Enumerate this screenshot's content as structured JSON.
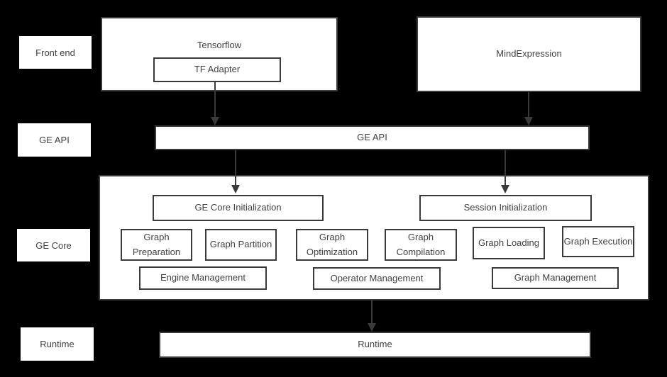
{
  "colors": {
    "background": "#000000",
    "box_fill": "#ffffff",
    "border": "#3a3a3a",
    "text": "#414141"
  },
  "row_labels": {
    "front_end": "Front end",
    "ge_api": "GE API",
    "ge_core": "GE Core",
    "runtime": "Runtime"
  },
  "front_end": {
    "tensorflow_title": "Tensorflow",
    "tf_adapter": "TF Adapter",
    "mind_expression": "MindExpression"
  },
  "ge_api_bar": "GE API",
  "ge_core": {
    "init": "GE Core Initialization",
    "session_init": "Session Initialization",
    "modules": [
      "Graph Preparation",
      "Graph Partition",
      "Graph Optimization",
      "Graph Compilation",
      "Graph Loading",
      "Graph Execution"
    ],
    "management": [
      "Engine Management",
      "Operator Management",
      "Graph Management"
    ]
  },
  "runtime_bar": "Runtime",
  "connections": [
    {
      "from": "TF Adapter",
      "to": "GE API"
    },
    {
      "from": "MindExpression",
      "to": "GE API"
    },
    {
      "from": "GE API",
      "to": "GE Core Initialization"
    },
    {
      "from": "GE API",
      "to": "Session Initialization"
    },
    {
      "from": "GE Core",
      "to": "Runtime"
    }
  ]
}
